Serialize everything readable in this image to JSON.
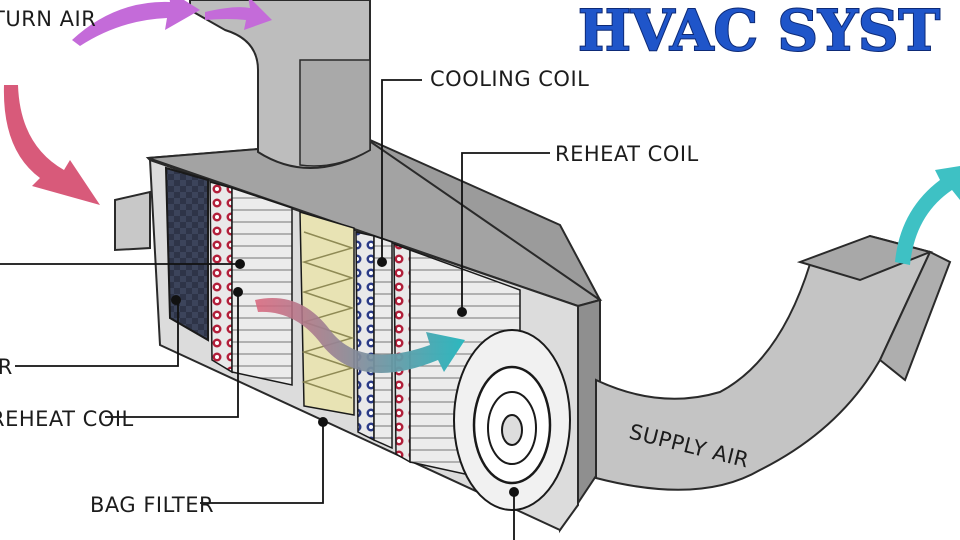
{
  "title": "HVAC SYST",
  "labels": {
    "return_air": "TURN AIR",
    "cooling_coil": "COOLING COIL",
    "reheat_coil": "REHEAT COIL",
    "left_filter": "ER",
    "preheat_coil": "REHEAT COIL",
    "bag_filter": "BAG FILTER",
    "supply_air": "SUPPLY AIR"
  },
  "colors": {
    "title": "#1f55c9",
    "return_arrow": "#c46bd9",
    "inlet_arrow": "#d85a7a",
    "flow_arrow_start": "#d9637a",
    "flow_arrow_end": "#2bb8bf",
    "supply_arrow": "#3ec1c4",
    "duct": "#bdbdbd",
    "housing_top": "#9a9a9a",
    "bag_filter": "#e8e3b4"
  }
}
